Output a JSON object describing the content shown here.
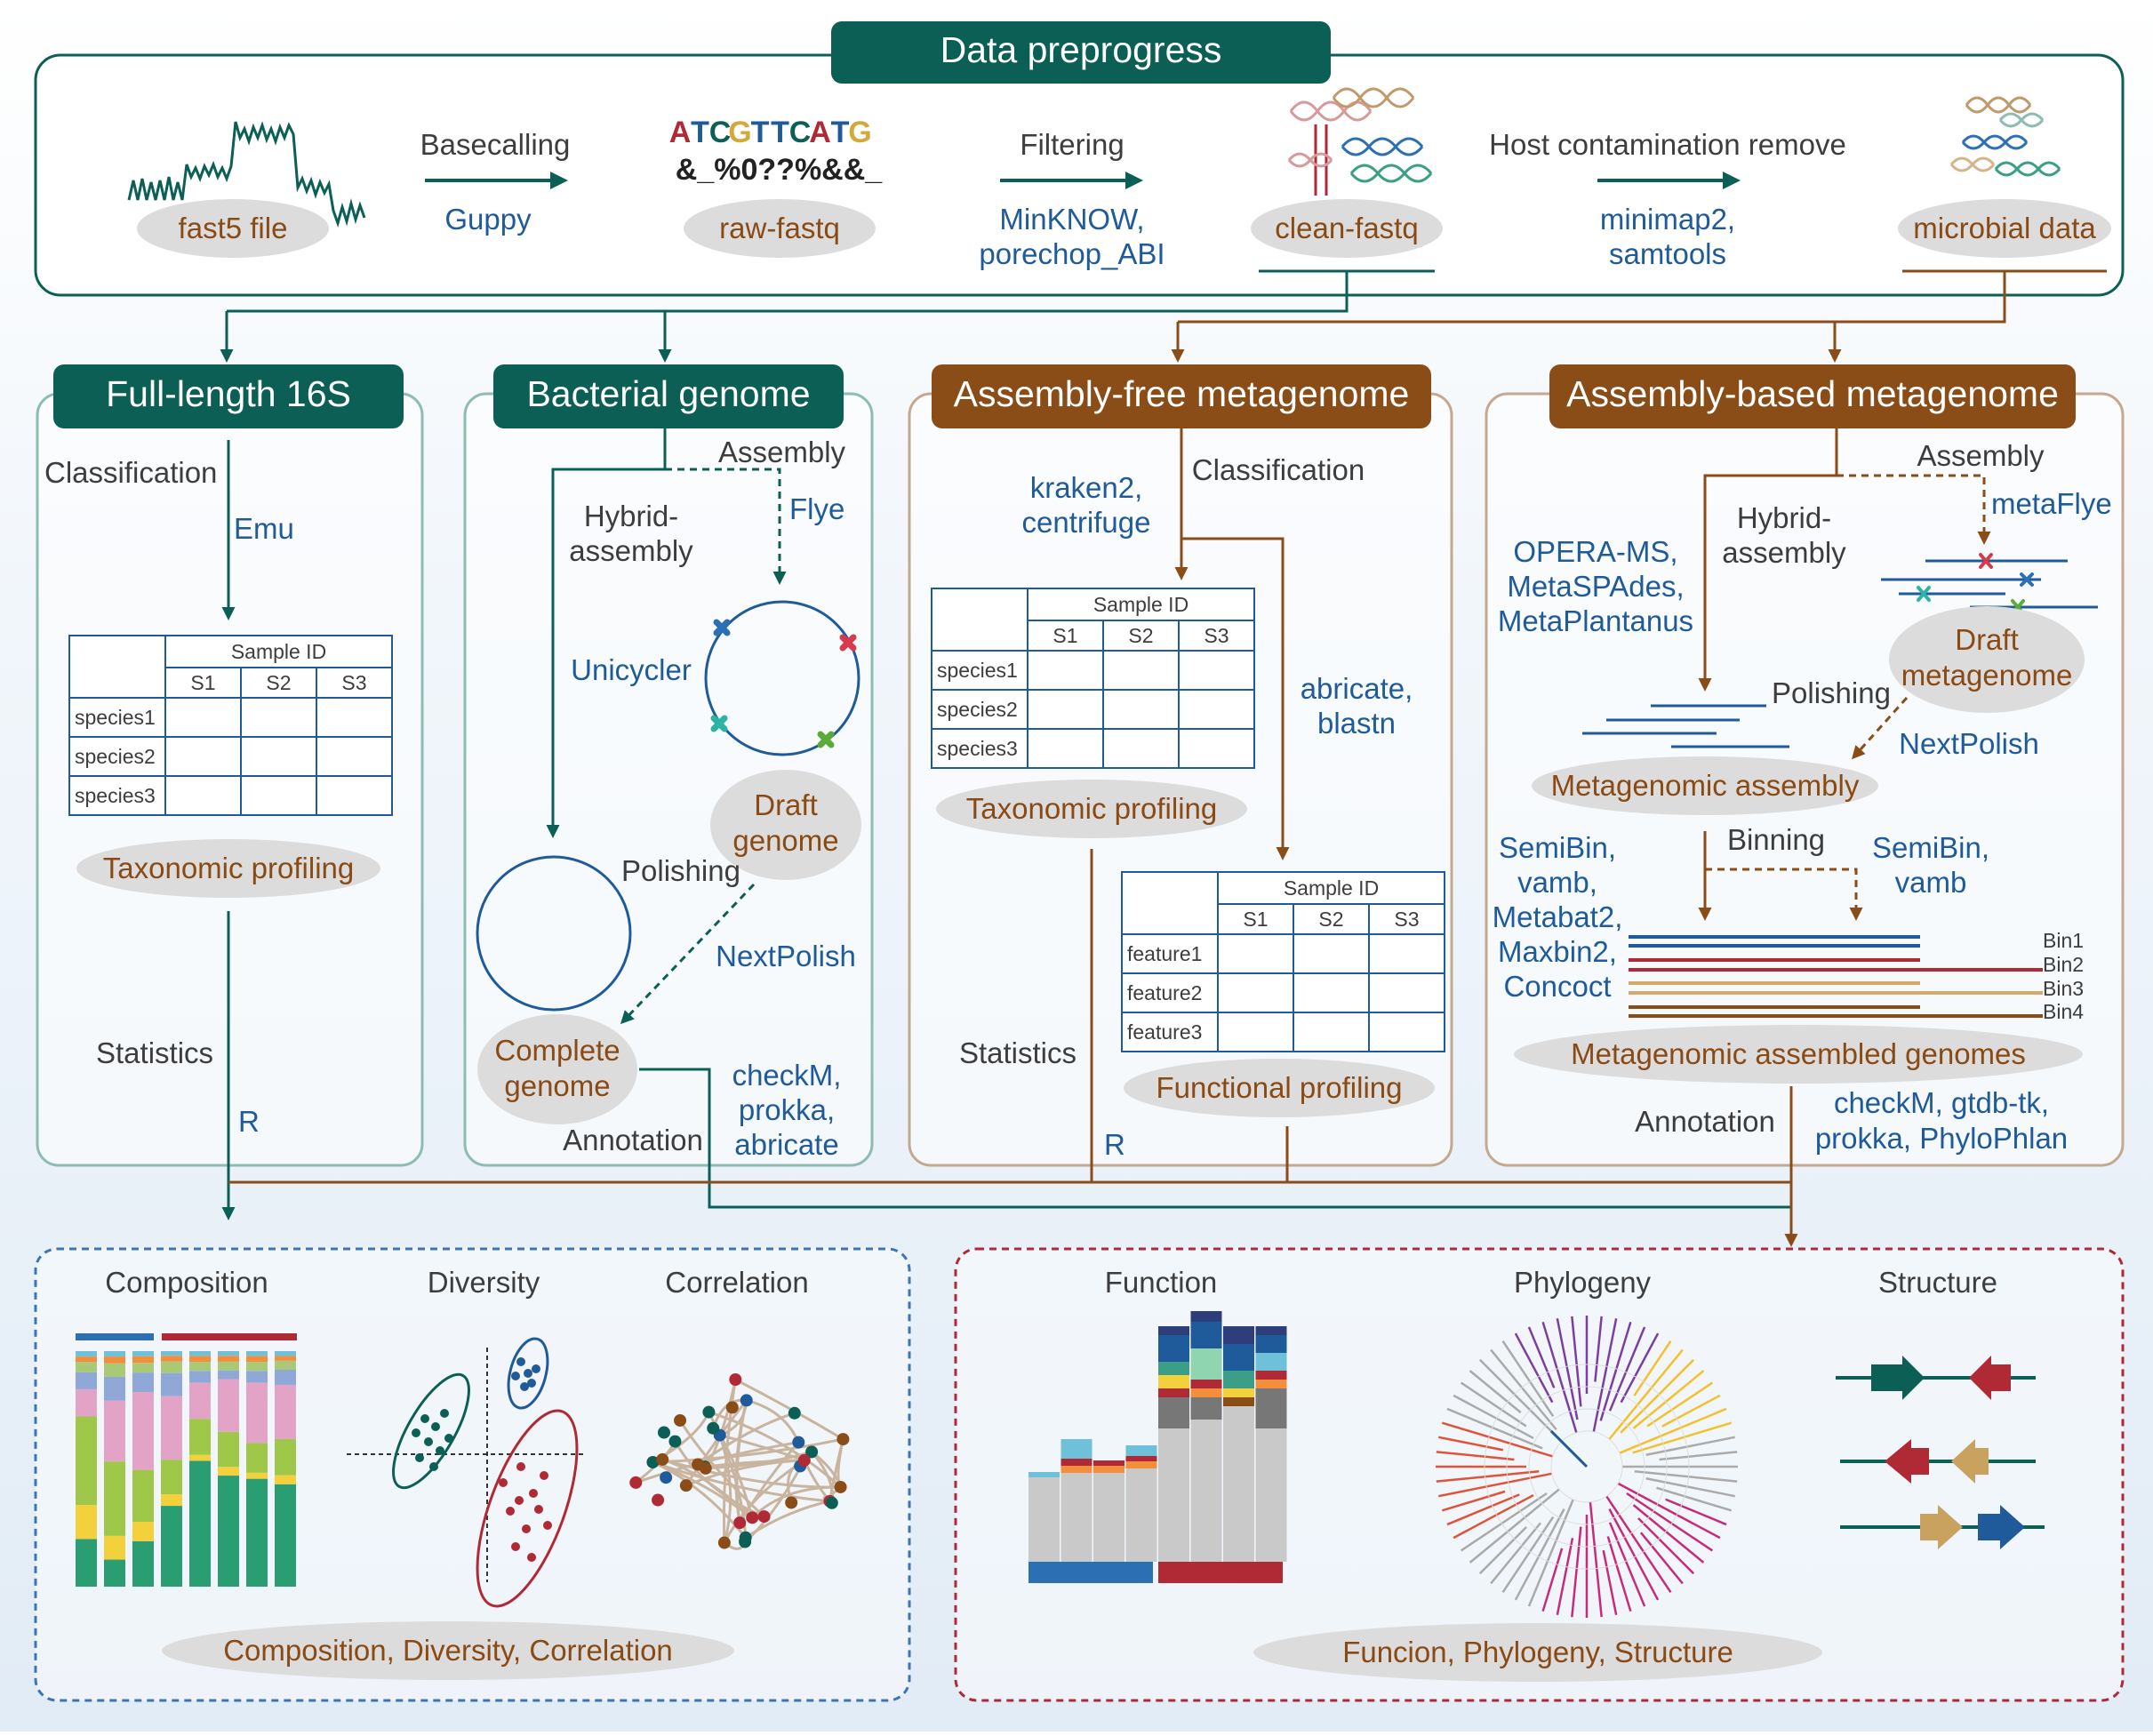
{
  "colors": {
    "teal": "#0c5f55",
    "brown": "#8b4d17",
    "blue_text": "#1f5a9a",
    "brown_text": "#8a4a13",
    "pill": "#dcdcdc",
    "panel_teal_border": "#8dbcb3",
    "panel_brown_border": "#c4a88f",
    "bottom_left_border": "#3b74b8",
    "bottom_right_border": "#b02a35"
  },
  "top": {
    "title": "Data preprogress",
    "nodes": {
      "fast5": "fast5 file",
      "raw": "raw-fastq",
      "clean": "clean-fastq",
      "microbial": "microbial data"
    },
    "seq_line1": [
      "A",
      "T",
      "C",
      "G",
      "T",
      "T",
      "C",
      "A",
      "T",
      "G"
    ],
    "seq_line1_colors": [
      "#b02a35",
      "#1f5a9a",
      "#0c5f55",
      "#d4a93c",
      "#1f5a9a",
      "#1f5a9a",
      "#0c5f55",
      "#b02a35",
      "#1f5a9a",
      "#d4a93c"
    ],
    "seq_line2": "&_%0??%&&_",
    "steps": {
      "basecalling": "Basecalling",
      "basecalling_tool": "Guppy",
      "filtering": "Filtering",
      "filtering_tool1": "MinKNOW,",
      "filtering_tool2": "porechop_ABI",
      "host": "Host contamination remove",
      "host_tool1": "minimap2,",
      "host_tool2": "samtools"
    }
  },
  "panels": {
    "p16s": {
      "title": "Full-length 16S",
      "classification": "Classification",
      "tool": "Emu",
      "output": "Taxonomic profiling",
      "statistics": "Statistics",
      "r": "R"
    },
    "bact": {
      "title": "Bacterial genome",
      "assembly": "Assembly",
      "flye": "Flye",
      "hybrid1": "Hybrid-",
      "hybrid2": "assembly",
      "unicycler": "Unicycler",
      "draft1": "Draft",
      "draft2": "genome",
      "polishing": "Polishing",
      "nextpolish": "NextPolish",
      "complete1": "Complete",
      "complete2": "genome",
      "annotation": "Annotation",
      "tools1": "checkM,",
      "tools2": "prokka,",
      "tools3": "abricate"
    },
    "afree": {
      "title": "Assembly-free metagenome",
      "classification": "Classification",
      "tool1": "kraken2,",
      "tool2": "centrifuge",
      "tax_output": "Taxonomic profiling",
      "abricate1": "abricate,",
      "abricate2": "blastn",
      "func_output": "Functional profiling",
      "statistics": "Statistics",
      "r": "R"
    },
    "abased": {
      "title": "Assembly-based metagenome",
      "assembly": "Assembly",
      "metaflye": "metaFlye",
      "hybrid1": "Hybrid-",
      "hybrid2": "assembly",
      "opera1": "OPERA-MS,",
      "opera2": "MetaSPAdes,",
      "opera3": "MetaPlantanus",
      "draft1": "Draft",
      "draft2": "metagenome",
      "polishing": "Polishing",
      "nextpolish": "NextPolish",
      "meta_assembly": "Metagenomic assembly",
      "binning": "Binning",
      "semibin_left": [
        "SemiBin,",
        "vamb,",
        "Metabat2,",
        "Maxbin2,",
        "Concoct"
      ],
      "semibin_right1": "SemiBin,",
      "semibin_right2": "vamb",
      "bins": [
        "Bin1",
        "Bin2",
        "Bin3",
        "Bin4"
      ],
      "mags": "Metagenomic assembled genomes",
      "annotation": "Annotation",
      "tools1": "checkM, gtdb-tk,",
      "tools2": "prokka, PhyloPhlan"
    }
  },
  "tables": {
    "header": "Sample ID",
    "cols": [
      "S1",
      "S2",
      "S3"
    ],
    "species_rows": [
      "species1",
      "species2",
      "species3"
    ],
    "feature_rows": [
      "feature1",
      "feature2",
      "feature3"
    ]
  },
  "bottom": {
    "left_headers": [
      "Composition",
      "Diversity",
      "Correlation"
    ],
    "left_caption": "Composition, Diversity, Correlation",
    "right_headers": [
      "Function",
      "Phylogeny",
      "Structure"
    ],
    "right_caption": "Funcion, Phylogeny, Structure"
  }
}
